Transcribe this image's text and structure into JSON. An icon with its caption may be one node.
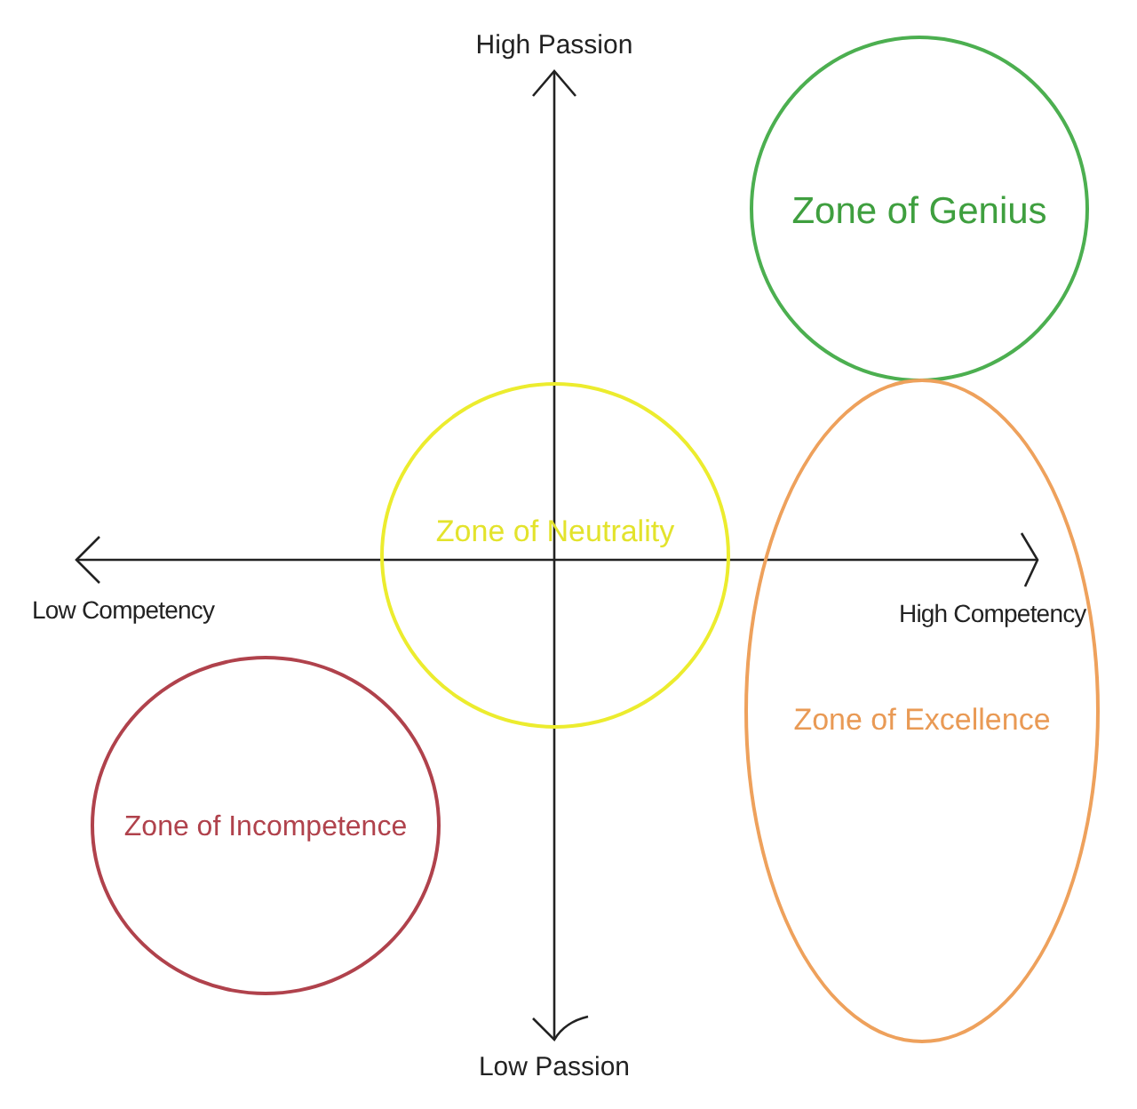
{
  "diagram": {
    "nodes": [
      {
        "text": [
          "Zone of Genius"
        ]
      },
      {
        "text": [
          "Zone of Neutrality"
        ]
      },
      {
        "text": [
          "Zone of Excellence"
        ]
      },
      {
        "text": [
          "Zone of Incompetence"
        ]
      }
    ],
    "labels": [
      "High Passion",
      "Low Competency",
      "High Competency",
      "Low Passion"
    ]
  }
}
